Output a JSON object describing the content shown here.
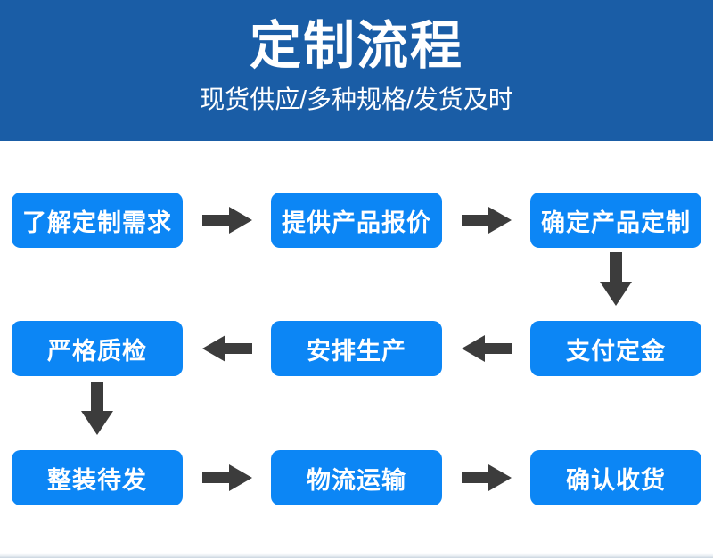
{
  "banner": {
    "title": "定制流程",
    "subtitle": "现货供应/多种规格/发货及时",
    "background_color": "#1a5da6",
    "text_color": "#ffffff"
  },
  "flow": {
    "node_color": "#0c86f5",
    "node_text_color": "#ffffff",
    "arrow_color": "#3c3c3c",
    "rows": [
      {
        "direction": "left-to-right",
        "nodes": [
          {
            "label": "了解定制需求"
          },
          {
            "label": "提供产品报价"
          },
          {
            "label": "确定产品定制"
          }
        ],
        "connectors": [
          {
            "icon": "arrow-right-icon"
          },
          {
            "icon": "arrow-right-icon"
          }
        ]
      },
      {
        "direction": "right-to-left",
        "nodes": [
          {
            "label": "严格质检"
          },
          {
            "label": "安排生产"
          },
          {
            "label": "支付定金"
          }
        ],
        "connectors": [
          {
            "icon": "arrow-left-icon"
          },
          {
            "icon": "arrow-left-icon"
          }
        ]
      },
      {
        "direction": "left-to-right",
        "nodes": [
          {
            "label": "整装待发"
          },
          {
            "label": "物流运输"
          },
          {
            "label": "确认收货"
          }
        ],
        "connectors": [
          {
            "icon": "arrow-right-icon"
          },
          {
            "icon": "arrow-right-icon"
          }
        ]
      }
    ],
    "vertical_connectors": [
      {
        "icon": "arrow-down-icon",
        "position": "right-column",
        "from_row": 1,
        "to_row": 2
      },
      {
        "icon": "arrow-down-icon",
        "position": "left-column",
        "from_row": 2,
        "to_row": 3
      }
    ]
  }
}
